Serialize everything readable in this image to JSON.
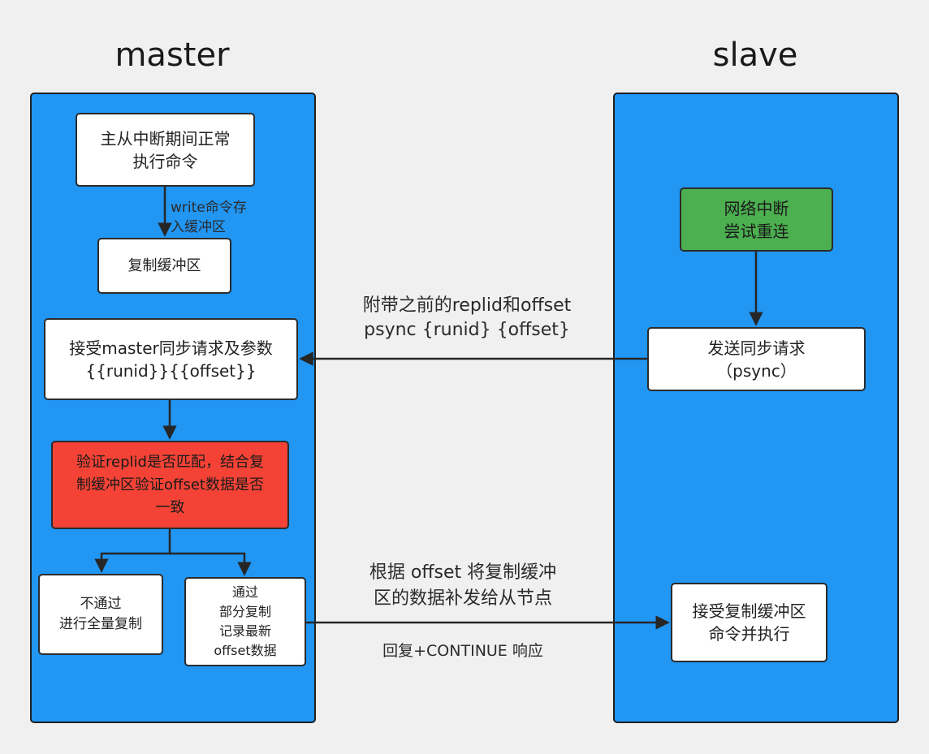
{
  "lanes": {
    "master": {
      "title": "master",
      "color": "#2196F3"
    },
    "slave": {
      "title": "slave",
      "color": "#2196F3"
    }
  },
  "nodes": {
    "normal_exec": {
      "text": "主从中断期间正常\n执行命令"
    },
    "repl_buffer": {
      "text": "复制缓冲区"
    },
    "accept_sync": {
      "text": "接受master同步请求及参数\n{{runid}}{{offset}}"
    },
    "verify": {
      "text": "验证replid是否匹配，结合复\n制缓冲区验证offset数据是否\n一致",
      "color": "#F44336"
    },
    "fail": {
      "text": "不通过\n进行全量复制"
    },
    "pass": {
      "text": "通过\n部分复制\n记录最新\noffset数据"
    },
    "net_down": {
      "text": "网络中断\n尝试重连",
      "color": "#4CAF50"
    },
    "send_sync": {
      "text": "发送同步请求\n（psync）"
    },
    "apply_buffer": {
      "text": "接受复制缓冲区\n命令并执行"
    }
  },
  "edge_labels": {
    "write_to_buffer": "write命令存\n入缓冲区",
    "psync_request": "附带之前的replid和offset\npsync {runid} {offset}",
    "send_buffer": "根据 offset 将复制缓冲\n区的数据补发给从节点",
    "continue_reply": "回复+CONTINUE 响应"
  }
}
